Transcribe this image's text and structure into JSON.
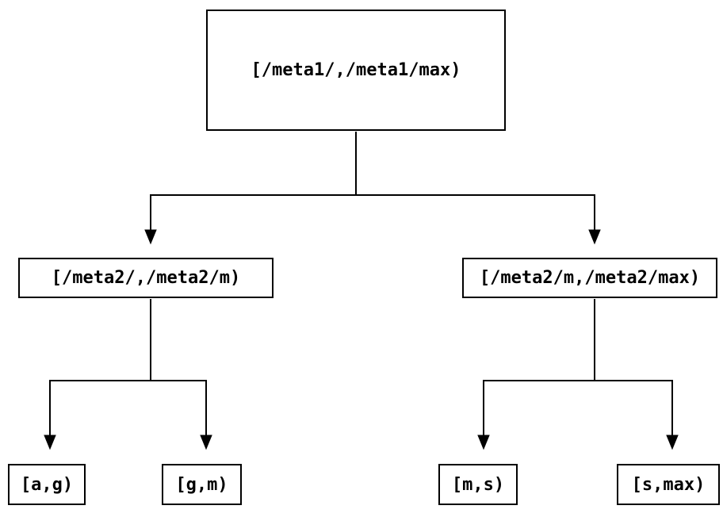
{
  "diagram": {
    "type": "tree",
    "background_color": "#ffffff",
    "line_color": "#000000",
    "text_color": "#000000",
    "nodes": [
      {
        "id": "root",
        "label": "[/meta1/,/meta1/max)"
      },
      {
        "id": "meta2-left",
        "label": "[/meta2/,/meta2/m)"
      },
      {
        "id": "meta2-right",
        "label": "[/meta2/m,/meta2/max)"
      },
      {
        "id": "leaf-ag",
        "label": "[a,g)"
      },
      {
        "id": "leaf-gm",
        "label": "[g,m)"
      },
      {
        "id": "leaf-ms",
        "label": "[m,s)"
      },
      {
        "id": "leaf-smax",
        "label": "[s,max)"
      }
    ],
    "edges": [
      {
        "from": "root",
        "to": "meta2-left"
      },
      {
        "from": "root",
        "to": "meta2-right"
      },
      {
        "from": "meta2-left",
        "to": "leaf-ag"
      },
      {
        "from": "meta2-left",
        "to": "leaf-gm"
      },
      {
        "from": "meta2-right",
        "to": "leaf-ms"
      },
      {
        "from": "meta2-right",
        "to": "leaf-smax"
      }
    ]
  }
}
